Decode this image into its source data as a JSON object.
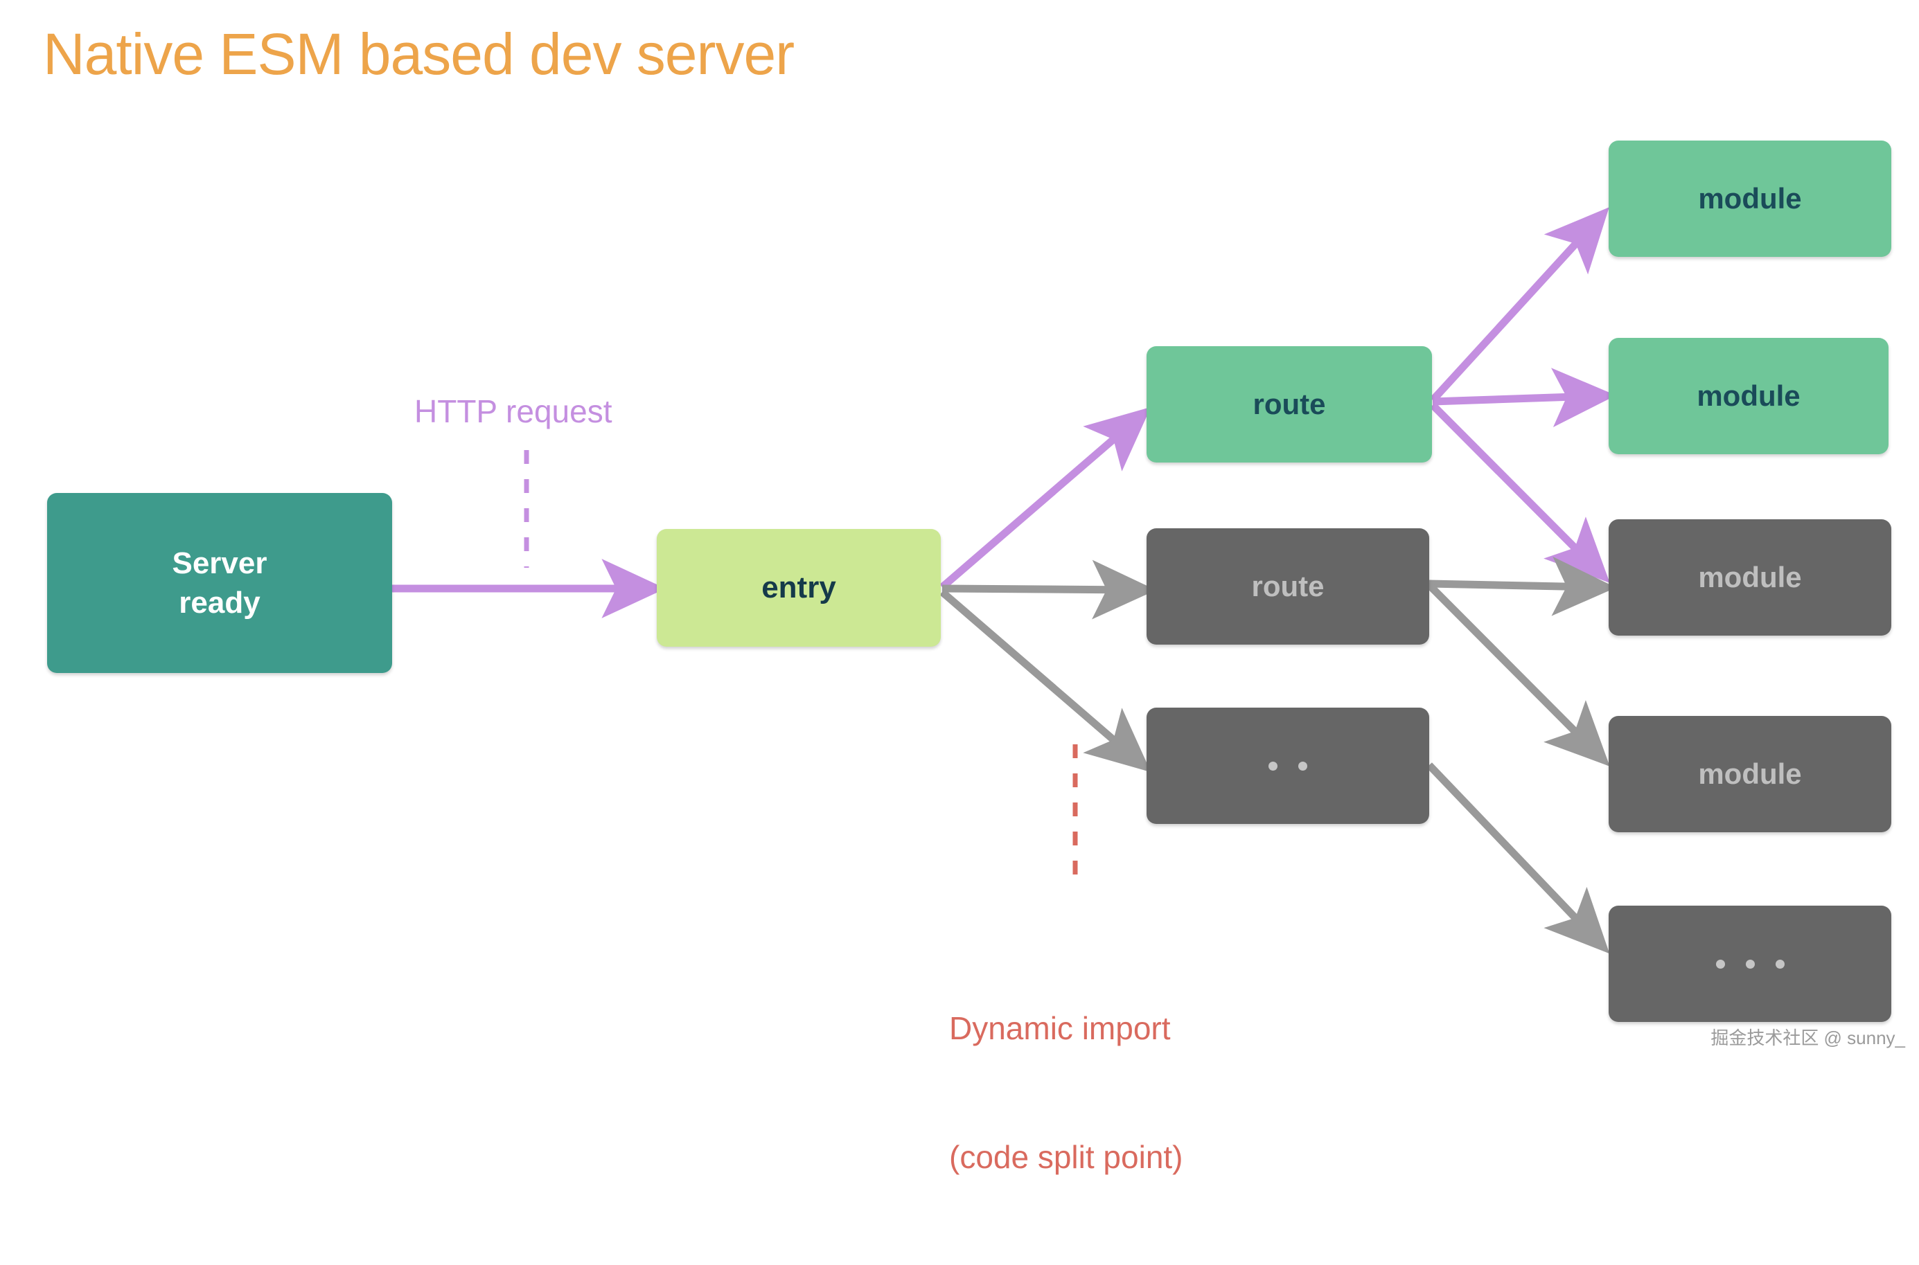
{
  "title": "Native ESM based dev server",
  "colors": {
    "title_orange": "#EDA44A",
    "teal": "#3E9B8C",
    "lime": "#CCE894",
    "green": "#6FC699",
    "gray": "#666666",
    "purple_arrow": "#C48FE0",
    "gray_arrow": "#999999",
    "red_dash": "#D96A5E",
    "dark_text": "#1A4B59",
    "gray_text": "#BFBFBF"
  },
  "nodes": {
    "server": {
      "label": "Server\nready",
      "line1": "Server",
      "line2": "ready"
    },
    "entry": {
      "label": "entry"
    },
    "route_active": {
      "label": "route"
    },
    "route_inactive": {
      "label": "route"
    },
    "more_two": {
      "label": "..",
      "dot_count": 2
    },
    "module_1": {
      "label": "module"
    },
    "module_2": {
      "label": "module"
    },
    "module_3": {
      "label": "module"
    },
    "module_4": {
      "label": "module"
    },
    "more_three": {
      "label": "...",
      "dot_count": 3
    }
  },
  "annotations": {
    "http_request": "HTTP request",
    "dynamic_import_line1": "Dynamic import",
    "dynamic_import_line2": "(code split point)"
  },
  "watermark": "掘金技术社区 @ sunny_",
  "edges": [
    {
      "from": "server",
      "to": "entry",
      "color": "purple",
      "style": "solid"
    },
    {
      "from": "entry",
      "to": "route_active",
      "color": "purple",
      "style": "solid"
    },
    {
      "from": "entry",
      "to": "route_inactive",
      "color": "gray",
      "style": "solid"
    },
    {
      "from": "entry",
      "to": "more_two",
      "color": "gray",
      "style": "solid"
    },
    {
      "from": "route_active",
      "to": "module_1",
      "color": "purple",
      "style": "solid"
    },
    {
      "from": "route_active",
      "to": "module_2",
      "color": "purple",
      "style": "solid"
    },
    {
      "from": "route_active",
      "to": "module_3",
      "color": "purple",
      "style": "solid"
    },
    {
      "from": "route_inactive",
      "to": "module_3",
      "color": "gray",
      "style": "solid"
    },
    {
      "from": "route_inactive",
      "to": "module_4",
      "color": "gray",
      "style": "solid"
    },
    {
      "from": "more_two",
      "to": "more_three",
      "color": "gray",
      "style": "solid"
    }
  ]
}
